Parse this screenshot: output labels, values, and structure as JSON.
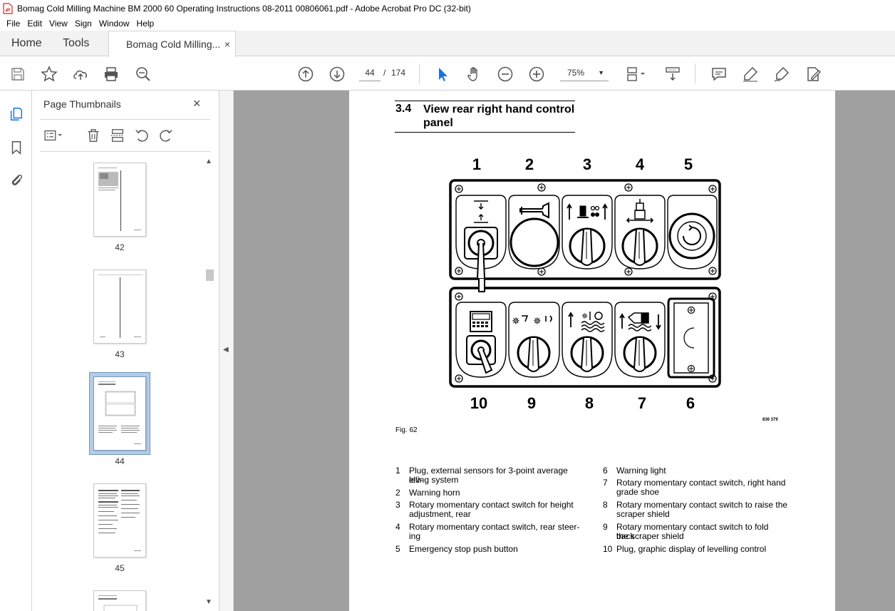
{
  "window": {
    "title": "Bomag Cold Milling Machine BM 2000 60 Operating Instructions 08-2011 00806061.pdf - Adobe Acrobat Pro DC (32-bit)"
  },
  "menu": [
    "File",
    "Edit",
    "View",
    "Sign",
    "Window",
    "Help"
  ],
  "tabs": {
    "home": "Home",
    "tools": "Tools",
    "document": "Bomag Cold Milling...",
    "close_glyph": "×"
  },
  "toolbar": {
    "current_page": "44",
    "page_separator": "/",
    "total_pages": "174",
    "zoom": "75%"
  },
  "thumbnails_panel": {
    "title": "Page Thumbnails",
    "close_glyph": "×",
    "pages": [
      {
        "label": "42"
      },
      {
        "label": "43"
      },
      {
        "label": "44",
        "selected": true
      },
      {
        "label": "45"
      }
    ]
  },
  "document": {
    "section_number": "3.4",
    "section_title": "View rear right hand control panel",
    "figure": {
      "top_numbers": [
        "1",
        "2",
        "3",
        "4",
        "5"
      ],
      "bottom_numbers": [
        "10",
        "9",
        "8",
        "7",
        "6"
      ],
      "code": "836 379",
      "caption": "Fig. 62"
    },
    "legend_left": [
      {
        "n": "1",
        "text": "Plug, external sensors for 3-point average lev-\nelling system"
      },
      {
        "n": "2",
        "text": "Warning horn"
      },
      {
        "n": "3",
        "text": "Rotary momentary contact switch for height\nadjustment, rear"
      },
      {
        "n": "4",
        "text": "Rotary momentary contact switch, rear steer-\ning"
      },
      {
        "n": "5",
        "text": "Emergency stop push button"
      }
    ],
    "legend_right": [
      {
        "n": "6",
        "text": "Warning light"
      },
      {
        "n": "7",
        "text": "Rotary momentary contact switch, right hand\ngrade shoe"
      },
      {
        "n": "8",
        "text": "Rotary momentary contact switch to raise the\nscraper shield"
      },
      {
        "n": "9",
        "text": "Rotary momentary contact switch to fold back\nthe scraper shield"
      },
      {
        "n": "10",
        "text": "Plug, graphic display of levelling control"
      }
    ]
  },
  "colors": {
    "accent_blue": "#1473e6",
    "viewer_bg": "#a0a0a0",
    "thumb_selected": "#b4cde6",
    "acrobat_red": "#e0261b"
  }
}
